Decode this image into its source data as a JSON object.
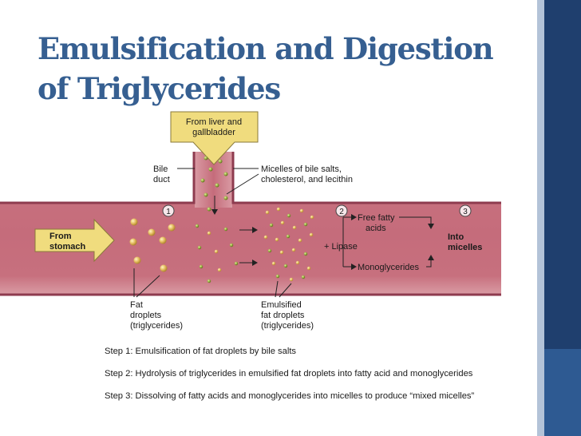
{
  "title": {
    "line1": "Emulsification and Digestion",
    "line2": "of Triglycerides"
  },
  "diagram": {
    "source_label_line1": "From liver and",
    "source_label_line2": "gallbladder",
    "bile_duct_line1": "Bile",
    "bile_duct_line2": "duct",
    "micelles_line1": "Micelles of bile salts,",
    "micelles_line2": "cholesterol, and lecithin",
    "from_stomach_line1": "From",
    "from_stomach_line2": "stomach",
    "step_marker_1": "1",
    "step_marker_2": "2",
    "step_marker_3": "3",
    "free_fatty_line1": "Free fatty",
    "free_fatty_line2": "acids",
    "lipase": "+ Lipase",
    "monoglycerides": "Monoglycerides",
    "into_micelles_line1": "Into",
    "into_micelles_line2": "micelles",
    "fat_droplets_line1": "Fat",
    "fat_droplets_line2": "droplets",
    "fat_droplets_line3": "(triglycerides)",
    "emulsified_line1": "Emulsified",
    "emulsified_line2": "fat droplets",
    "emulsified_line3": "(triglycerides)"
  },
  "steps": [
    "Step 1: Emulsification of fat droplets by bile salts",
    "Step 2: Hydrolysis of triglycerides in emulsified fat droplets into fatty acid and monoglycerides",
    "Step 3: Dissolving of fatty acids and monoglycerides into micelles to produce “mixed micelles”"
  ],
  "colors": {
    "title": "#365f91",
    "tube_fill": "#c97a86",
    "tube_wall": "#8e3b4f",
    "fat_droplet": "#d9b25a",
    "micelle": "#8fa43a",
    "sidebar": "#1f3f6e"
  }
}
